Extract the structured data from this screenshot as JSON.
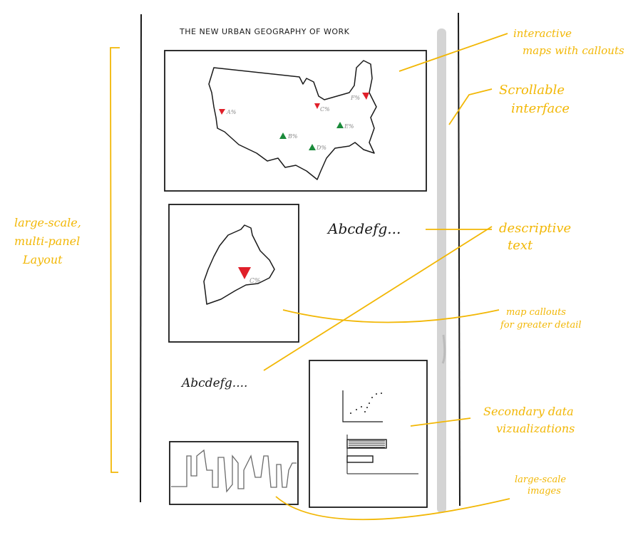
{
  "page": {
    "title": "THE NEW URBAN GEOGRAPHY OF WORK"
  },
  "content": {
    "text_block_1": "Abcdefg...",
    "text_block_2": "Abcdefg...."
  },
  "map_callouts": {
    "us_map": [
      {
        "label": "A%",
        "marker": "red"
      },
      {
        "label": "B%",
        "marker": "green"
      },
      {
        "label": "C%",
        "marker": "red"
      },
      {
        "label": "D%",
        "marker": "green"
      },
      {
        "label": "E%",
        "marker": "green"
      },
      {
        "label": "F%",
        "marker": "red"
      }
    ],
    "detail_map": {
      "label": "C%",
      "marker": "red"
    }
  },
  "annotations": {
    "interactive_maps": "interactive maps with callouts",
    "scrollable": "Scrollable interface",
    "descriptive_text": "descriptive text",
    "map_callouts": "map callouts for greater detail",
    "secondary_viz": "Secondary data vizualizations",
    "large_images": "large-scale images",
    "layout": "large-scale, multi-panel Layout"
  },
  "colors": {
    "ink": "#1a1a1a",
    "annotation": "#f2b705",
    "marker_red": "#e0202a",
    "marker_green": "#1a8a3a",
    "scrollbar": "#d4d4d4",
    "callout_text": "#8a8a8a"
  }
}
